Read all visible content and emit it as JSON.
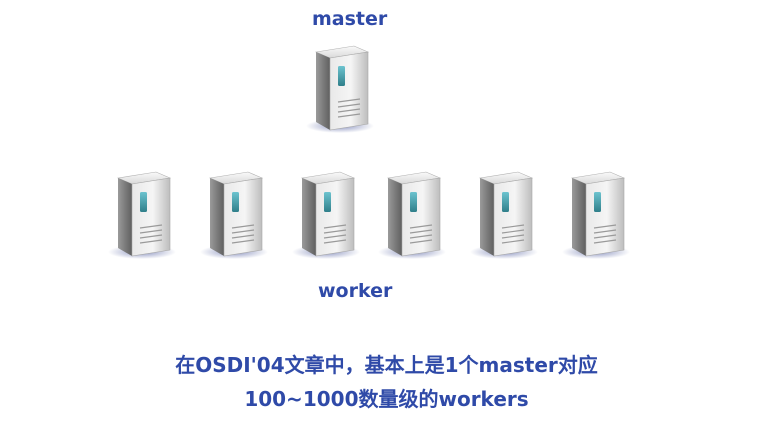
{
  "master": {
    "label": "master"
  },
  "workers": {
    "label": "worker",
    "count": 6
  },
  "caption": {
    "line1": "在OSDI'04文章中，基本上是1个master对应",
    "line2": "100~1000数量级的workers"
  },
  "colors": {
    "text": "#2f4aa8",
    "server_light": "#f2f2f2",
    "server_dark": "#7a7a7a",
    "server_screen": "#4aa3b0"
  },
  "icons": {
    "server": "server-tower-icon"
  }
}
